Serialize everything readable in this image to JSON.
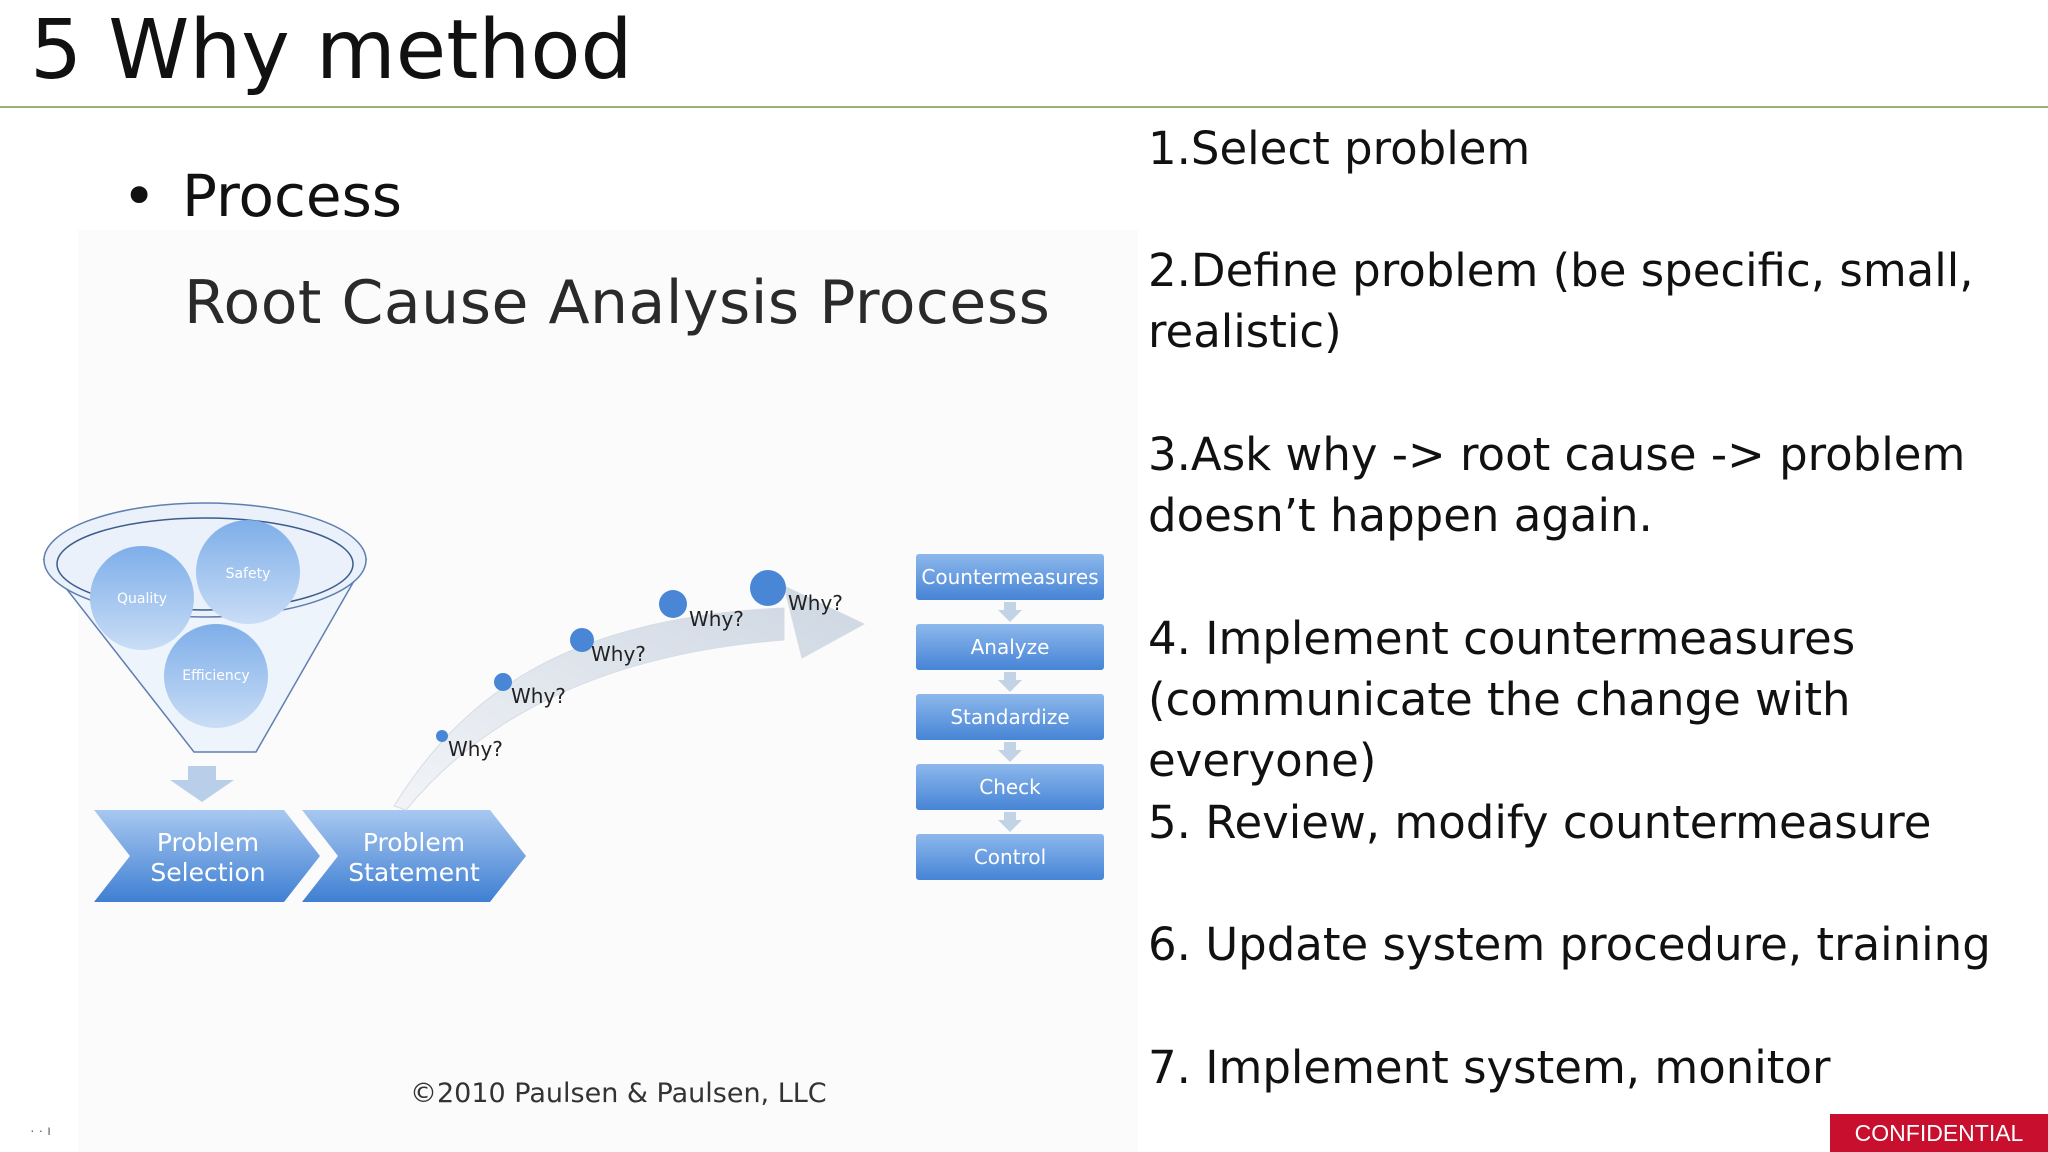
{
  "slide": {
    "title": "5 Why method",
    "bullet": "Process",
    "page_mark": "· · ı"
  },
  "figure": {
    "title": "Root Cause Analysis Process",
    "funnel_circles": [
      "Quality",
      "Safety",
      "Efficiency"
    ],
    "chevrons": [
      "Problem Selection",
      "Problem Statement"
    ],
    "why_labels": [
      "Why?",
      "Why?",
      "Why?",
      "Why?",
      "Why?"
    ],
    "action_boxes": [
      "Countermeasures",
      "Analyze",
      "Standardize",
      "Check",
      "Control"
    ],
    "copyright": "©2010 Paulsen & Paulsen, LLC",
    "colors": {
      "blue_light": "#a9c8ef",
      "blue_dark": "#3f7fd3",
      "arrow_gray": "#d5dce6"
    }
  },
  "steps": [
    "1.Select problem",
    "2.Define problem (be specific, small, realistic)",
    "3.Ask why -> root cause -> problem doesn’t happen again.",
    "4. Implement countermeasures (communicate the change with everyone)",
    "5. Review, modify countermeasure",
    "6. Update system procedure, training",
    "7. Implement system, monitor"
  ],
  "footer": {
    "confidential": "CONFIDENTIAL",
    "color": "#c8102e"
  }
}
